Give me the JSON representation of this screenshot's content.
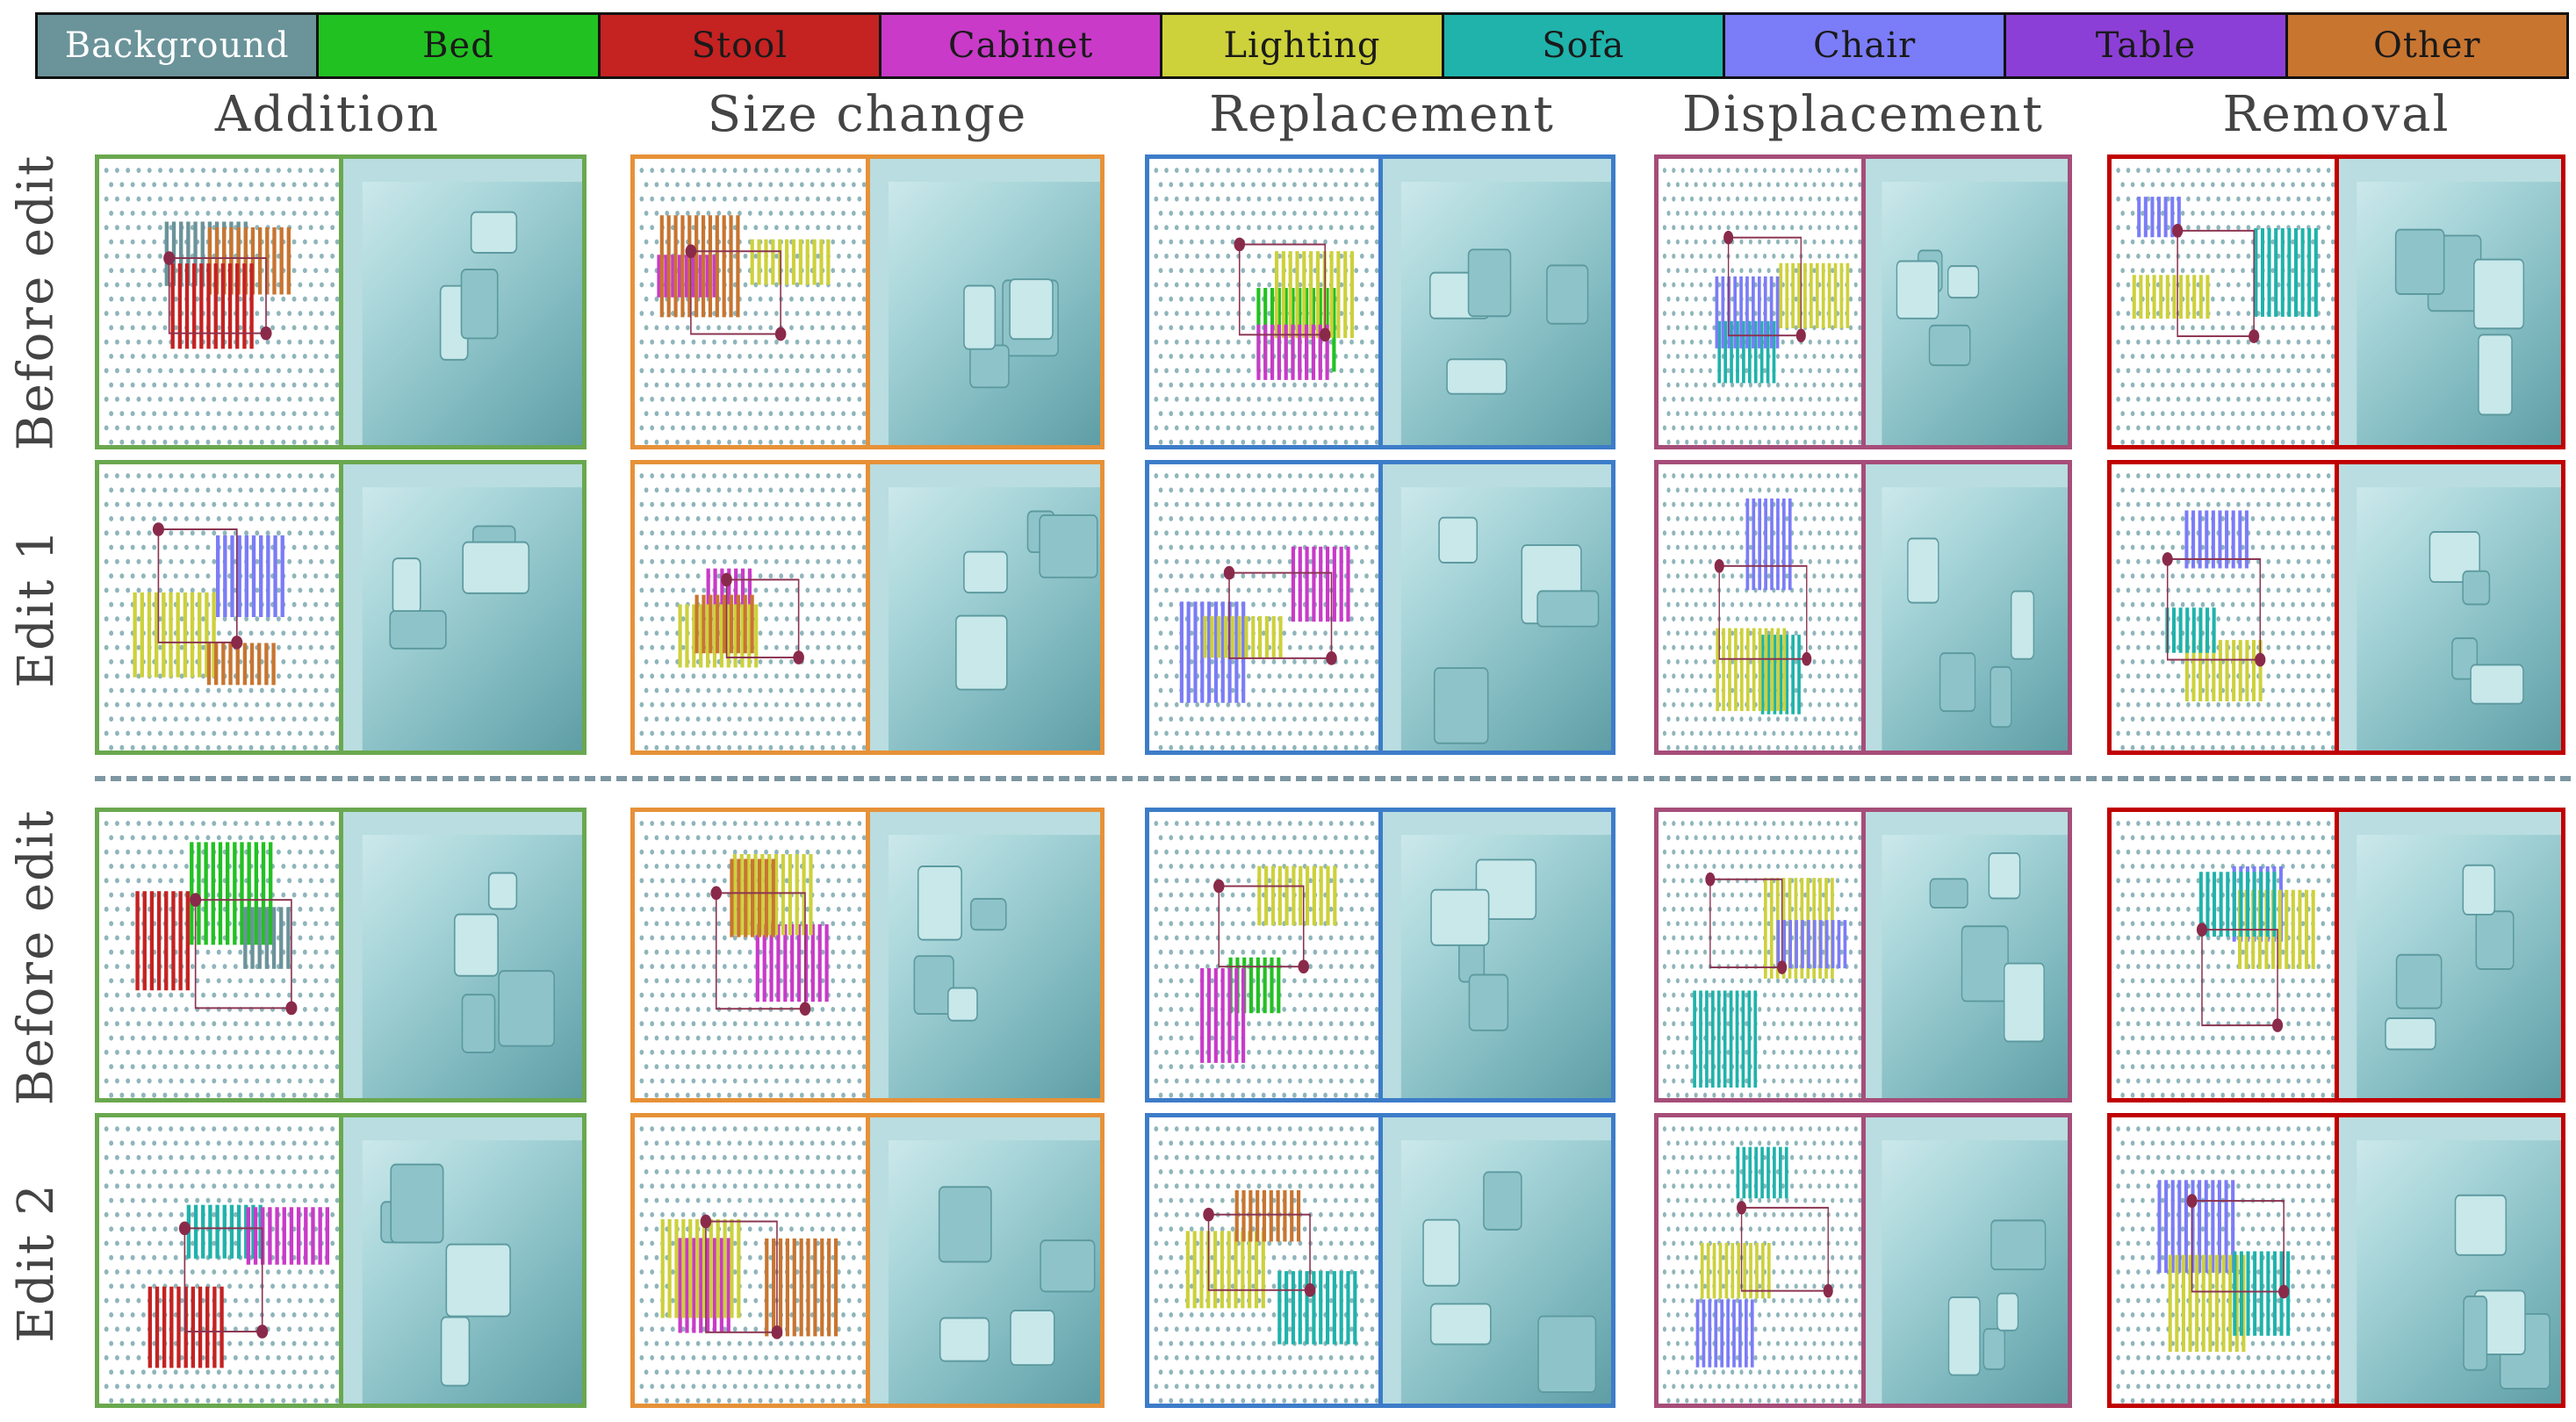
{
  "legend": [
    {
      "label": "Background",
      "color": "#6b939a",
      "text_color": "#ffffff"
    },
    {
      "label": "Bed",
      "color": "#22c122",
      "text_color": "#1a1a1a"
    },
    {
      "label": "Stool",
      "color": "#c52222",
      "text_color": "#1a1a1a"
    },
    {
      "label": "Cabinet",
      "color": "#c93ac9",
      "text_color": "#1a1a1a"
    },
    {
      "label": "Lighting",
      "color": "#cdd13a",
      "text_color": "#1a1a1a"
    },
    {
      "label": "Sofa",
      "color": "#1fb3ab",
      "text_color": "#1a1a1a"
    },
    {
      "label": "Chair",
      "color": "#7b7cf7",
      "text_color": "#1a1a1a"
    },
    {
      "label": "Table",
      "color": "#8c3fd6",
      "text_color": "#1a1a1a"
    },
    {
      "label": "Other",
      "color": "#c87530",
      "text_color": "#1a1a1a"
    }
  ],
  "columns": [
    {
      "label": "Addition",
      "border_color": "#6aa84f"
    },
    {
      "label": "Size change",
      "border_color": "#e69138"
    },
    {
      "label": "Replacement",
      "border_color": "#3d7cc9"
    },
    {
      "label": "Displacement",
      "border_color": "#a64d79"
    },
    {
      "label": "Removal",
      "border_color": "#c00000"
    }
  ],
  "rows": [
    {
      "label": "Before edit"
    },
    {
      "label": "Edit 1"
    },
    {
      "label": "Before edit"
    },
    {
      "label": "Edit 2"
    }
  ],
  "panels": [
    [
      "Background",
      "Other",
      "Stool"
    ],
    [
      "Cabinet",
      "Lighting",
      "Other"
    ],
    [
      "Bed",
      "Lighting",
      "Cabinet"
    ],
    [
      "Sofa",
      "Lighting",
      "Chair"
    ],
    [
      "Chair",
      "Lighting",
      "Sofa"
    ],
    [
      "Chair",
      "Lighting",
      "Other"
    ],
    [
      "Cabinet",
      "Lighting",
      "Other"
    ],
    [
      "Chair",
      "Lighting",
      "Cabinet"
    ],
    [
      "Sofa",
      "Lighting",
      "Chair"
    ],
    [
      "Chair",
      "Lighting",
      "Sofa"
    ],
    [
      "Stool",
      "Bed",
      "Background"
    ],
    [
      "Cabinet",
      "Lighting",
      "Other"
    ],
    [
      "Bed",
      "Lighting",
      "Cabinet"
    ],
    [
      "Sofa",
      "Lighting",
      "Chair"
    ],
    [
      "Chair",
      "Lighting",
      "Sofa"
    ],
    [
      "Sofa",
      "Cabinet",
      "Stool"
    ],
    [
      "Cabinet",
      "Lighting",
      "Other"
    ],
    [
      "Sofa",
      "Lighting",
      "Other"
    ],
    [
      "Sofa",
      "Lighting",
      "Chair"
    ],
    [
      "Chair",
      "Lighting",
      "Sofa"
    ]
  ]
}
